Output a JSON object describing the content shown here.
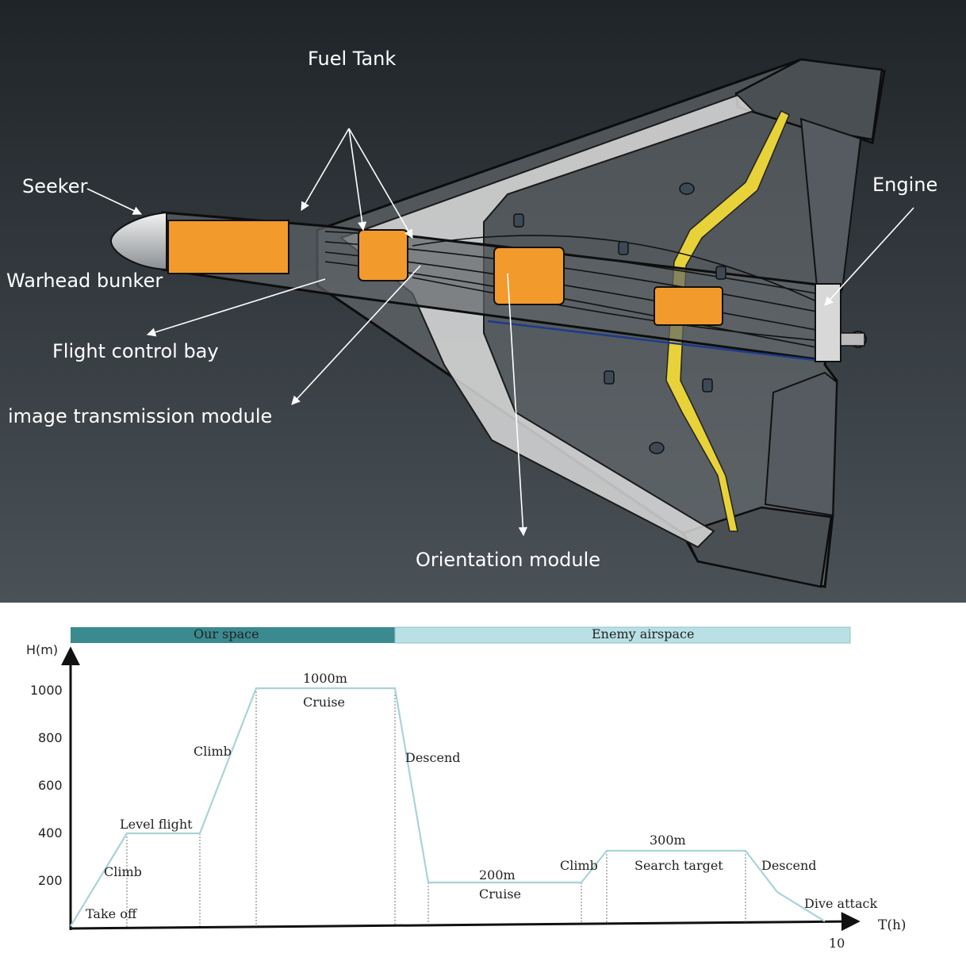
{
  "diagram": {
    "labels": {
      "fuel_tank": "Fuel Tank",
      "seeker": "Seeker",
      "warhead": "Warhead bunker",
      "flight_control": "Flight control bay",
      "image_tx": "image transmission module",
      "orientation": "Orientation module",
      "engine": "Engine"
    },
    "colors": {
      "background_top": "#1f2428",
      "background_bottom": "#4a5257",
      "module_orange": "#f39a2c",
      "frame_white": "#e6e6e6",
      "spar_yellow": "#e8d23a"
    }
  },
  "profile": {
    "zones": {
      "our_space": "Our space",
      "enemy_airspace": "Enemy airspace"
    },
    "zone_colors": {
      "our_space": "#3a8a8f",
      "enemy_airspace": "#b9e0e4"
    },
    "y_axis_label": "H(m)",
    "x_axis_label": "T(h)",
    "x_tick": "10",
    "y_ticks": [
      "200",
      "400",
      "600",
      "800",
      "1000"
    ],
    "line_color": "#a9d3d8",
    "phases": {
      "take_off": "Take off",
      "climb1": "Climb",
      "level_flight": "Level flight",
      "climb2": "Climb",
      "alt_1000": "1000m",
      "cruise1": "Cruise",
      "descend1": "Descend",
      "alt_200": "200m",
      "cruise2": "Cruise",
      "climb3": "Climb",
      "alt_300": "300m",
      "search": "Search target",
      "descend2": "Descend",
      "dive": "Dive attack"
    }
  }
}
